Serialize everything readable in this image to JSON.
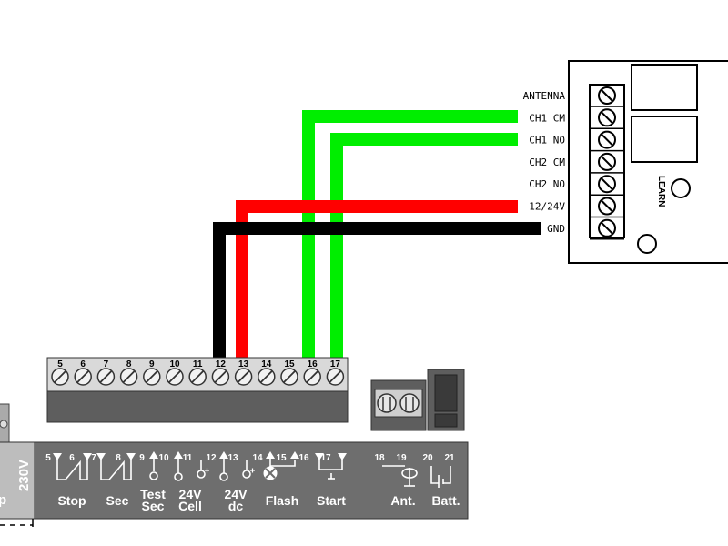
{
  "receiver": {
    "terminal_labels": [
      "ANTENNA",
      "CH1 CM",
      "CH1 NO",
      "CH2 CM",
      "CH2 NO",
      "12/24V",
      "GND"
    ],
    "learn_label": "LEARN"
  },
  "terminal_block": {
    "numbers": [
      "5",
      "6",
      "7",
      "8",
      "9",
      "10",
      "11",
      "12",
      "13",
      "14",
      "15",
      "16",
      "17"
    ]
  },
  "control_board": {
    "side_label": "230V",
    "small_numbers": [
      "5",
      "6",
      "7",
      "8",
      "9",
      "10",
      "11",
      "12",
      "13",
      "14",
      "15",
      "16",
      "17",
      "18",
      "19",
      "20",
      "21"
    ],
    "groups": [
      {
        "lines": [
          "Stop"
        ]
      },
      {
        "lines": [
          "Sec"
        ]
      },
      {
        "lines": [
          "Test",
          "Sec"
        ]
      },
      {
        "lines": [
          "24V",
          "Cell"
        ]
      },
      {
        "lines": [
          "24V",
          "dc"
        ]
      },
      {
        "lines": [
          "Flash"
        ]
      },
      {
        "lines": [
          "Start"
        ]
      },
      {
        "lines": [
          "Ant."
        ]
      },
      {
        "lines": [
          "Batt."
        ]
      }
    ]
  },
  "wires": [
    {
      "color": "#00ee00",
      "from": "CH1 CM",
      "to": "16"
    },
    {
      "color": "#00ee00",
      "from": "CH1 NO",
      "to": "17"
    },
    {
      "color": "#ff0000",
      "from": "12/24V",
      "to": "13"
    },
    {
      "color": "#000000",
      "from": "GND",
      "to": "12"
    }
  ],
  "colors": {
    "board_gray": "#6e6e6e",
    "block_gray": "#5e5e5e",
    "wire_green": "#00ee00",
    "wire_red": "#ff0000",
    "wire_black": "#000000"
  }
}
